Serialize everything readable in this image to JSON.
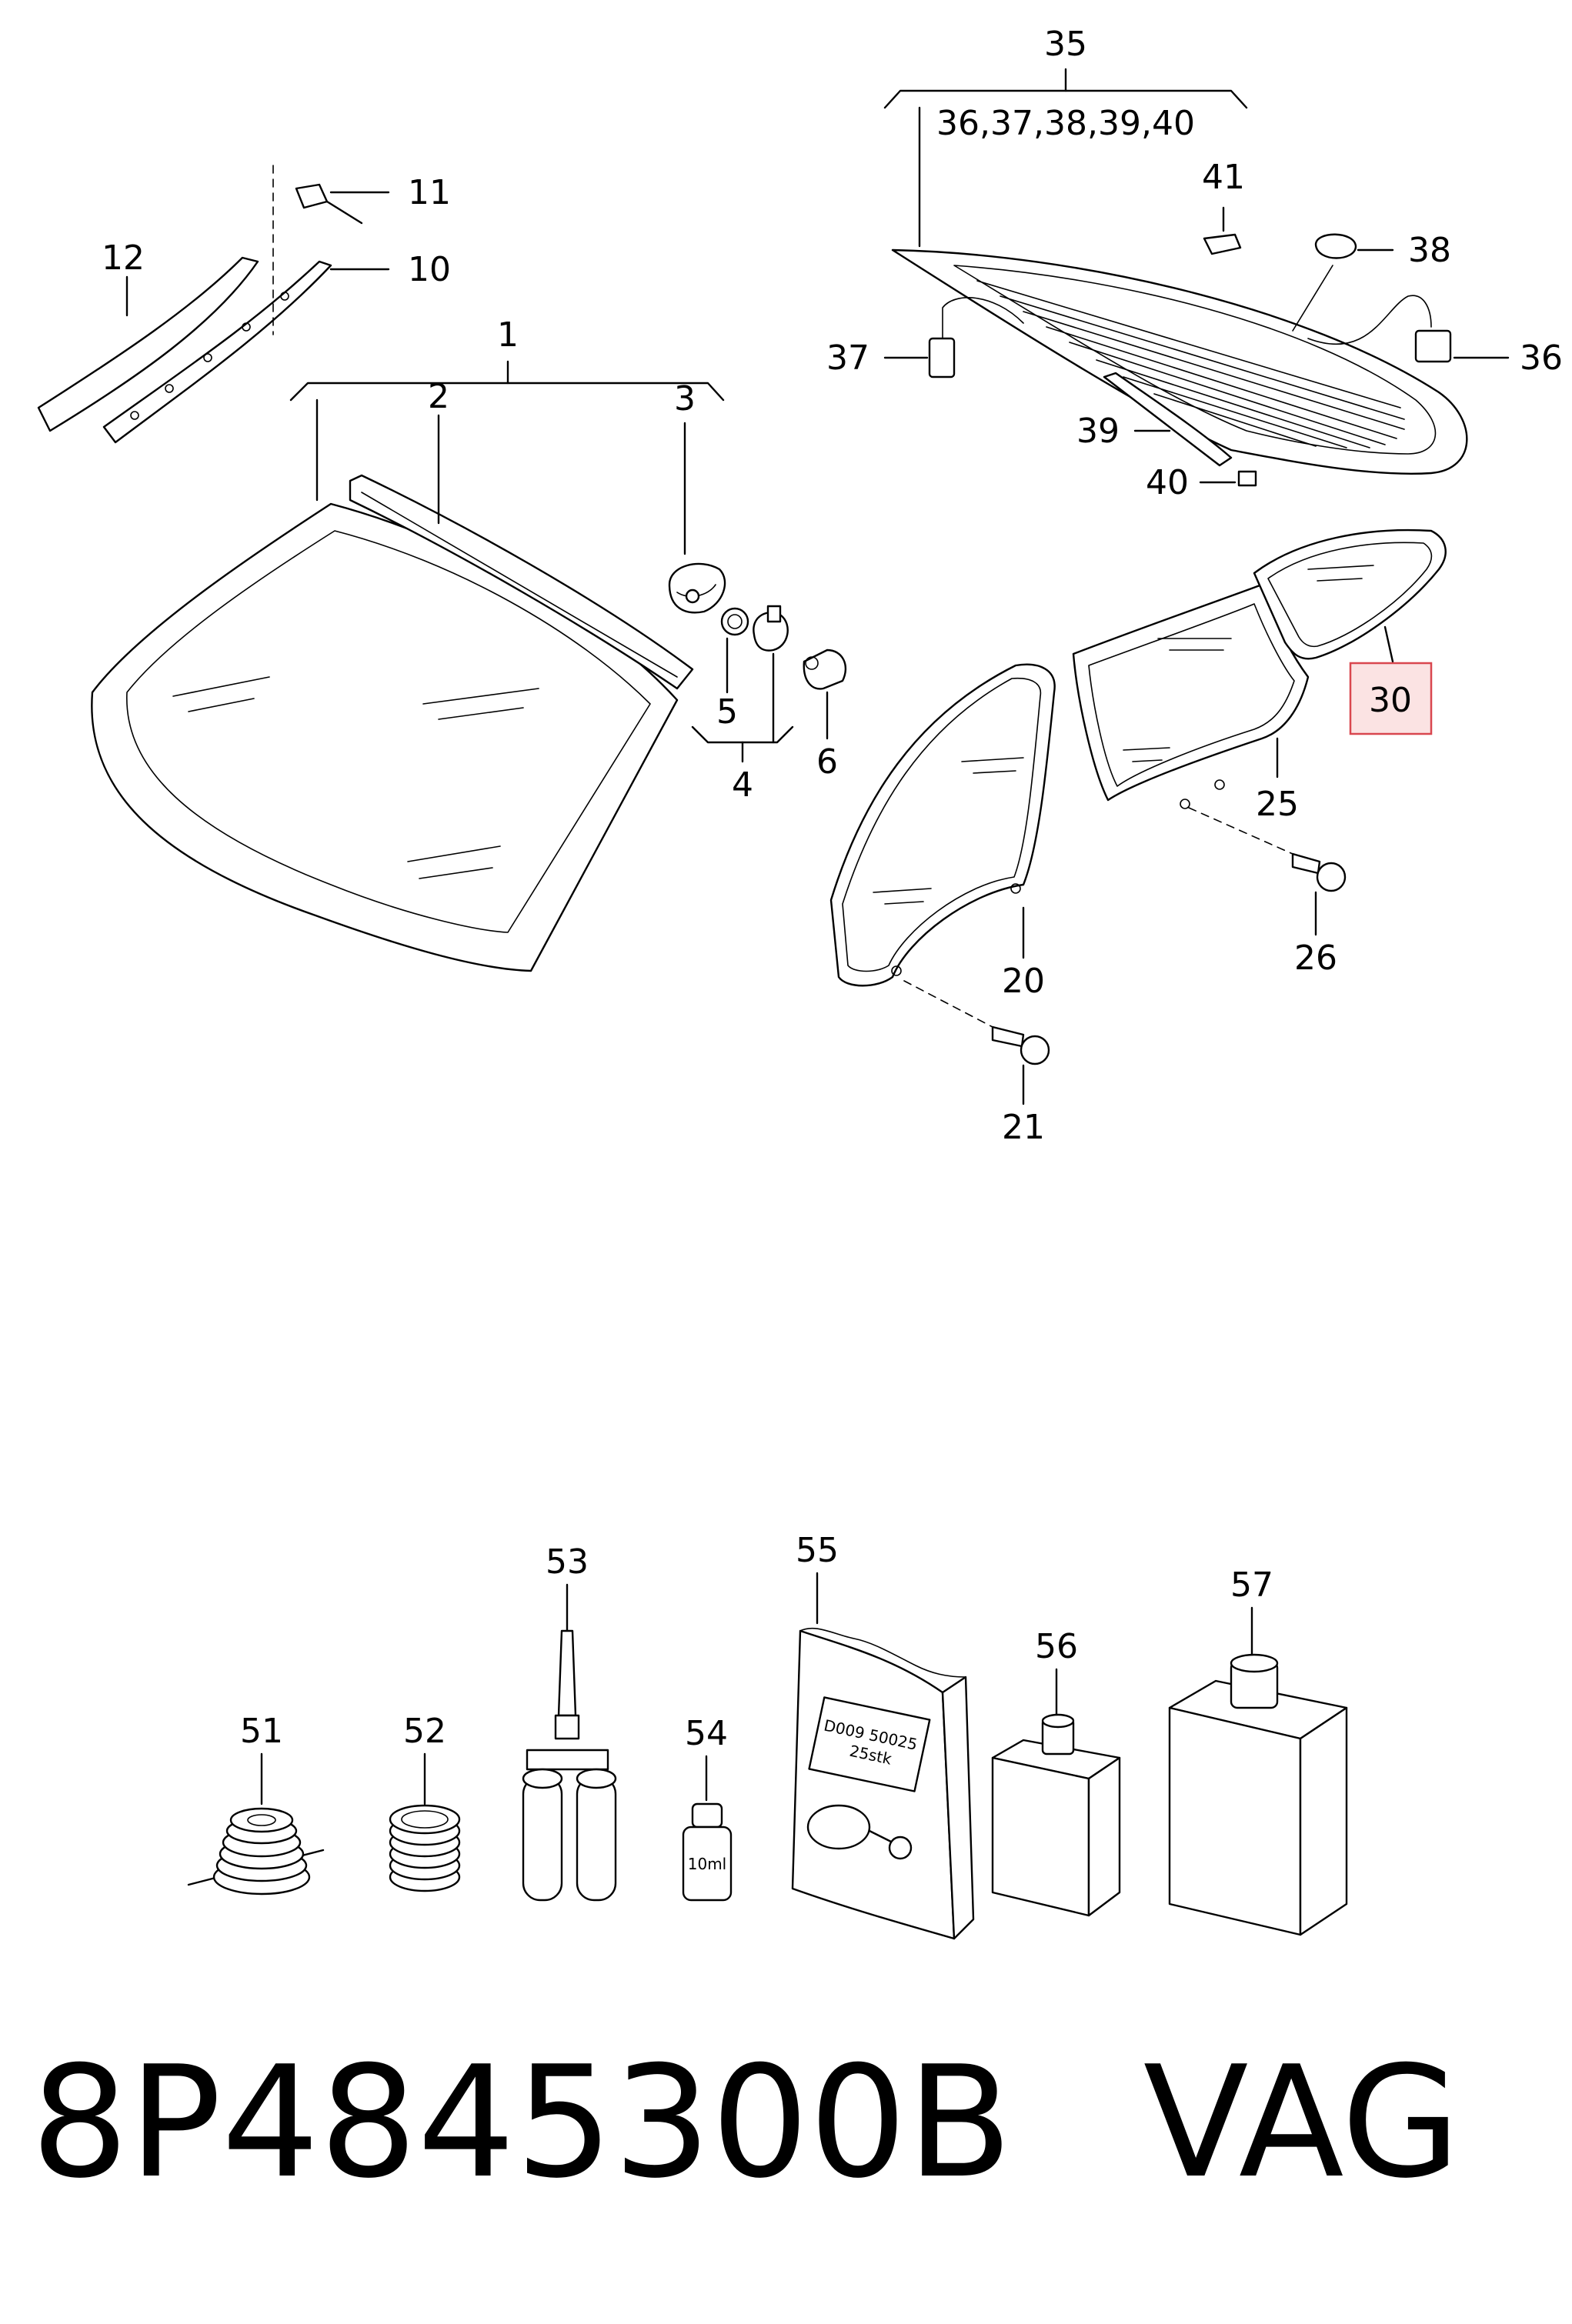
{
  "callouts": {
    "c1": "1",
    "c2": "2",
    "c3": "3",
    "c4": "4",
    "c5": "5",
    "c6": "6",
    "c10": "10",
    "c11": "11",
    "c12": "12",
    "c20": "20",
    "c21": "21",
    "c25": "25",
    "c26": "26",
    "c30": "30",
    "c35": "35",
    "c35sub": "36,37,38,39,40",
    "c36": "36",
    "c37": "37",
    "c38": "38",
    "c39": "39",
    "c40": "40",
    "c41": "41",
    "c51": "51",
    "c52": "52",
    "c53": "53",
    "c54": "54",
    "c55": "55",
    "c56": "56",
    "c57": "57"
  },
  "highlighted_callout": "30",
  "highlight_color": "#d9474f",
  "labels": {
    "bottle_54": "10ml",
    "package_55_line1": "D009 50025",
    "package_55_line2": "25stk"
  },
  "footer": {
    "part_number": "8P4845300B",
    "brand": "VAG"
  }
}
